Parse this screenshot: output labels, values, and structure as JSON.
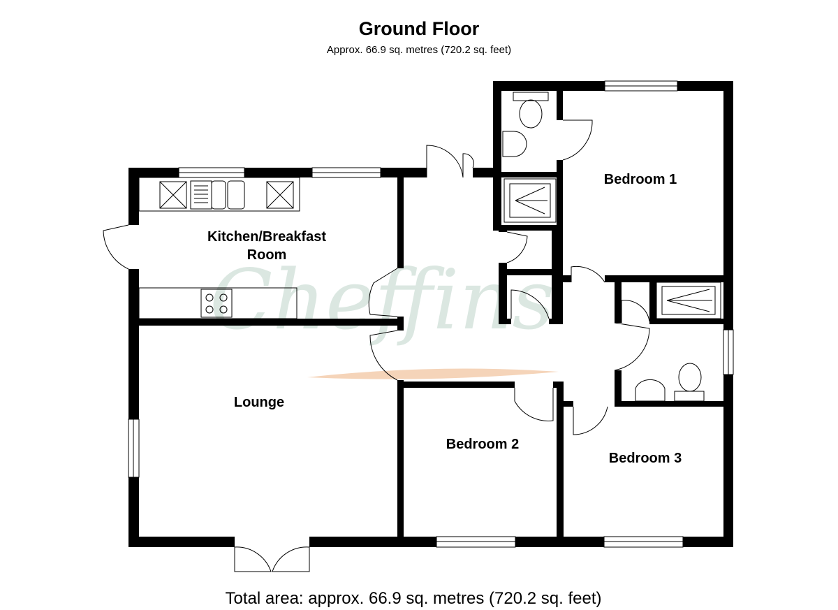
{
  "plan": {
    "title": "Ground Floor",
    "subtitle": "Approx.  66.9 sq. metres (720.2 sq. feet)",
    "total_area": "Total area: approx.  66.9 sq. metres (720.2 sq. feet)",
    "watermark": "Cheffins",
    "rooms": {
      "kitchen_line1": "Kitchen/Breakfast",
      "kitchen_line2": "Room",
      "lounge": "Lounge",
      "bedroom1": "Bedroom 1",
      "bedroom2": "Bedroom 2",
      "bedroom3": "Bedroom 3"
    },
    "colors": {
      "walls": "#000000",
      "watermark_text": "#cfe0d8",
      "watermark_swoosh": "#f3c9a8"
    }
  }
}
